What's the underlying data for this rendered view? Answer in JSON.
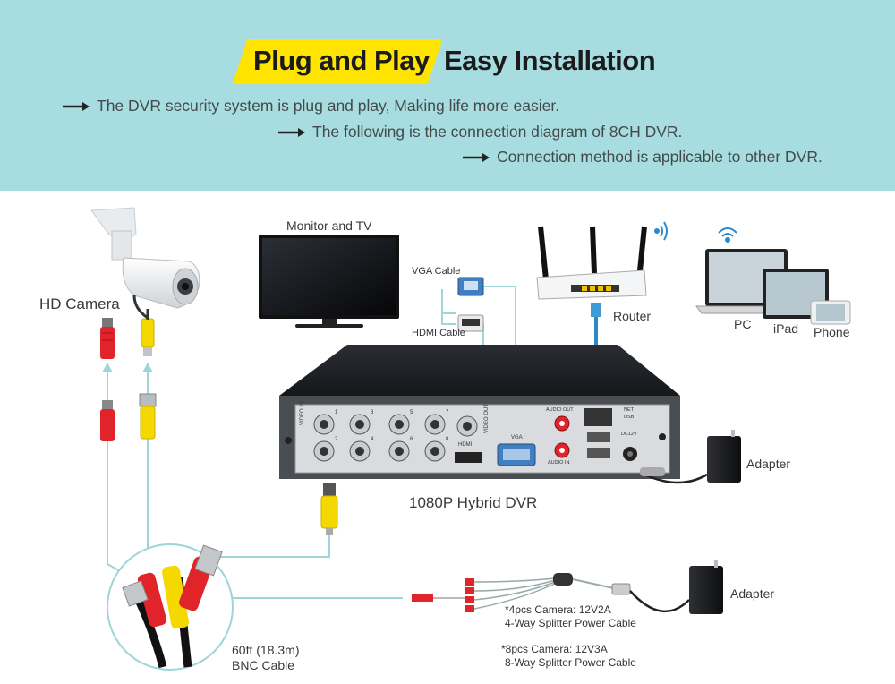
{
  "header": {
    "title_highlight": "Plug and Play",
    "title_rest": "Easy Installation",
    "lines": [
      "The DVR security system is plug and play, Making life more easier.",
      "The following is the connection diagram of 8CH DVR.",
      "Connection method is applicable to other DVR."
    ]
  },
  "labels": {
    "hd_camera": "HD Camera",
    "monitor": "Monitor and TV",
    "vga_cable": "VGA Cable",
    "hdmi_cable": "HDMI Cable",
    "router": "Router",
    "pc": "PC",
    "ipad": "iPad",
    "phone": "Phone",
    "dvr": "1080P Hybrid DVR",
    "adapter_top": "Adapter",
    "adapter_bottom": "Adapter",
    "bnc_cable_line1": "60ft (18.3m)",
    "bnc_cable_line2": "BNC Cable",
    "splitter4_line1": "*4pcs Camera: 12V2A",
    "splitter4_line2": "4-Way Splitter Power Cable",
    "splitter8_line1": "*8pcs Camera:  12V3A",
    "splitter8_line2": "8-Way Splitter Power Cable"
  },
  "dvr_panel": {
    "video_in": "VIDEO IN",
    "video_out": "VIDEO OUT",
    "hdmi": "HDMI",
    "vga": "VGA",
    "audio_out": "AUDIO OUT",
    "audio_in": "AUDIO IN",
    "net": "NET",
    "usb": "USB",
    "dc": "DC12V",
    "channels": [
      "1",
      "2",
      "3",
      "4",
      "5",
      "6",
      "7",
      "8"
    ]
  },
  "colors": {
    "header_bg": "#a7dde0",
    "highlight": "#ffe400",
    "wire": "#9fd4d8",
    "red_plug": "#e0242a",
    "yellow_plug": "#f5d800"
  }
}
